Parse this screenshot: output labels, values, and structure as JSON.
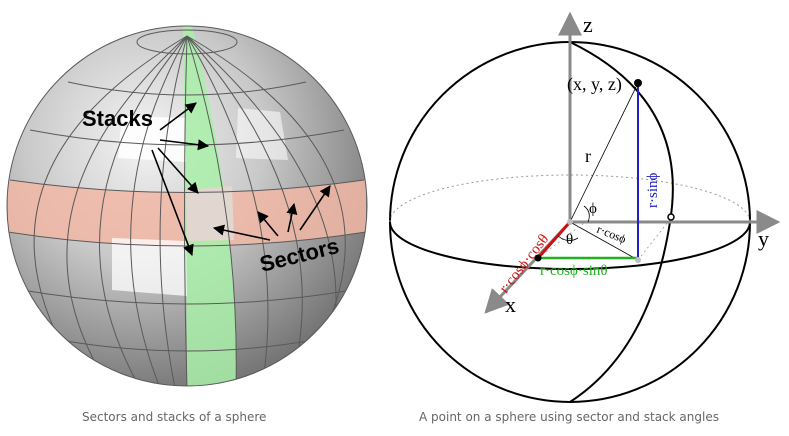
{
  "left_figure": {
    "stacks_label": "Stacks",
    "sectors_label": "Sectors",
    "caption": "Sectors and stacks of a sphere"
  },
  "right_figure": {
    "axis_z": "z",
    "axis_y": "y",
    "axis_x": "x",
    "point_label": "(x, y, z)",
    "radius_label": "r",
    "phi_label": "ϕ",
    "theta_label": "θ",
    "r_cos_phi_label": "r·cosϕ",
    "r_sin_phi_label": "r·sinϕ",
    "r_cos_phi_cos_theta_label": "r·cosϕ·cosθ",
    "r_cos_phi_sin_theta_label": "r·cosϕ·sinθ",
    "caption": "A point on a sphere using sector and stack angles"
  },
  "colors": {
    "stack_band": "#f2b7a4",
    "sector_band": "#a9f0a9",
    "sin_line": "#2020c8",
    "sin_theta_line": "#20b020",
    "cos_theta_line": "#d01010",
    "axis_gray": "#8a8a8a"
  }
}
